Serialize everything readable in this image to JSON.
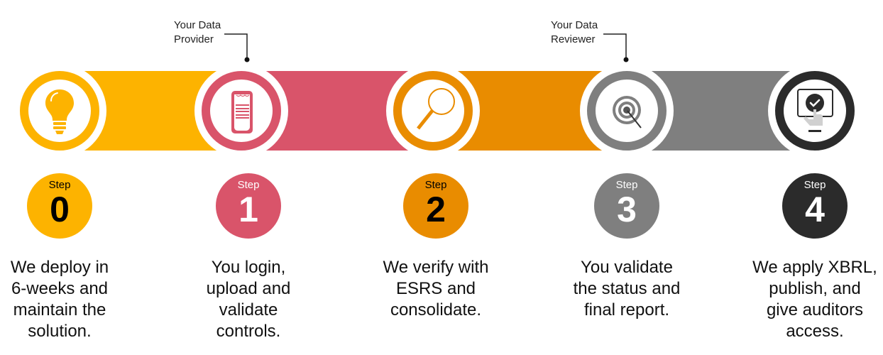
{
  "colors": {
    "step0": "#FDB300",
    "step1": "#D9546A",
    "step2": "#E98C00",
    "step3": "#7F7F7F",
    "step4": "#2B2B2B",
    "text": "#111111",
    "callout_line": "#222222"
  },
  "callouts": [
    {
      "line1": "Your Data",
      "line2": "Provider",
      "points_to_step": 1
    },
    {
      "line1": "Your Data",
      "line2": "Reviewer",
      "points_to_step": 3
    }
  ],
  "steps": [
    {
      "word": "Step",
      "number": "0",
      "icon": "lightbulb-icon",
      "number_color": "#000000",
      "description": [
        "We deploy in",
        "6-weeks and",
        "maintain the",
        "solution."
      ]
    },
    {
      "word": "Step",
      "number": "1",
      "icon": "clipboard-icon",
      "number_color": "#ffffff",
      "description": [
        "You login,",
        "upload and",
        "validate",
        "controls."
      ]
    },
    {
      "word": "Step",
      "number": "2",
      "icon": "magnifier-icon",
      "number_color": "#000000",
      "description": [
        "We verify with",
        "ESRS and",
        "consolidate."
      ]
    },
    {
      "word": "Step",
      "number": "3",
      "icon": "target-icon",
      "number_color": "#ffffff",
      "description": [
        "You validate",
        "the status and",
        "final report."
      ]
    },
    {
      "word": "Step",
      "number": "4",
      "icon": "touch-check-icon",
      "number_color": "#ffffff",
      "description": [
        "We apply XBRL,",
        "publish, and",
        "give auditors",
        "access."
      ]
    }
  ]
}
